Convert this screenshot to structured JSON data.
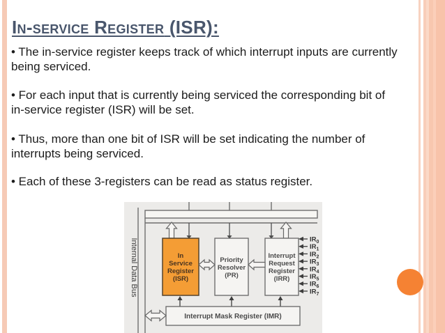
{
  "slide": {
    "title": {
      "main": "In-service Register",
      "suffix": " (ISR):"
    },
    "bullets": [
      "• The in-service register keeps track of which interrupt inputs are currently being serviced.",
      "• For each input that is currently being serviced the corresponding bit of in-service register (ISR) will be set.",
      "• Thus, more than one bit of ISR will be set indicating the number of interrupts being serviced.",
      "• Each of these 3-registers can be read as status register."
    ]
  },
  "diagram": {
    "internal_bus_label": "Internal Data Bus",
    "boxes": {
      "isr": {
        "line1": "In",
        "line2": "Service",
        "line3": "Register",
        "line4": "(ISR)"
      },
      "pr": {
        "line1": "Priority",
        "line2": "Resolver",
        "line3": "(PR)"
      },
      "irr": {
        "line1": "Interrupt",
        "line2": "Request",
        "line3": "Register",
        "line4": "(IRR)"
      },
      "imr": {
        "label": "Interrupt Mask Register (IMR)"
      }
    },
    "ir_inputs": [
      {
        "prefix": "IR",
        "sub": "0"
      },
      {
        "prefix": "IR",
        "sub": "1"
      },
      {
        "prefix": "IR",
        "sub": "2"
      },
      {
        "prefix": "IR",
        "sub": "3"
      },
      {
        "prefix": "IR",
        "sub": "4"
      },
      {
        "prefix": "IR",
        "sub": "5"
      },
      {
        "prefix": "IR",
        "sub": "6"
      },
      {
        "prefix": "IR",
        "sub": "7"
      }
    ]
  },
  "colors": {
    "title_text": "#49566c",
    "isr_fill": "#f49d35",
    "accent_circle": "#f58233",
    "border_stripe": "#f6cab6",
    "diagram_bg": "#ecebe9",
    "diagram_line": "#6e6e6e"
  }
}
